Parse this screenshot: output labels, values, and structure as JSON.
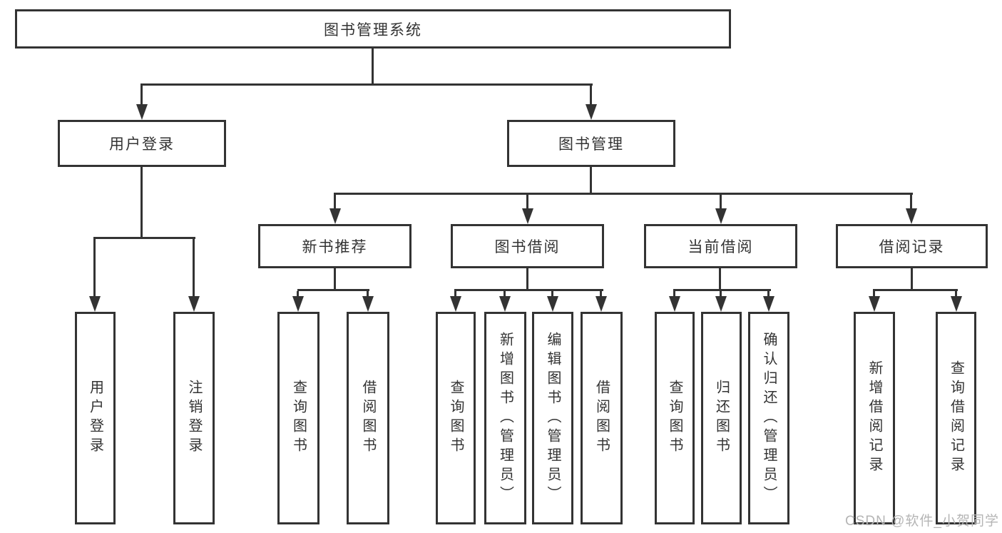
{
  "diagram": {
    "title_note": "library management system feature tree",
    "nodes": {
      "root": "图书管理系统",
      "user_login": "用户登录",
      "book_management": "图书管理",
      "new_book_recommend": "新书推荐",
      "book_borrowing": "图书借阅",
      "current_borrowing": "当前借阅",
      "borrowing_records": "借阅记录"
    },
    "leaves": {
      "user_login": [
        "用户登录",
        "注销登录"
      ],
      "new_book_recommend": [
        "查询图书",
        "借阅图书"
      ],
      "book_borrowing": [
        "查询图书",
        "新增图书（管理员）",
        "编辑图书（管理员）",
        "借阅图书"
      ],
      "current_borrowing": [
        "查询图书",
        "归还图书",
        "确认归还（管理员）"
      ],
      "borrowing_records": [
        "新增借阅记录",
        "查询借阅记录"
      ]
    }
  },
  "watermark": "CSDN @软件_小贺同学",
  "colors": {
    "line": "#333333",
    "text": "#333333",
    "watermark": "#b5b5b5",
    "background": "#ffffff"
  }
}
